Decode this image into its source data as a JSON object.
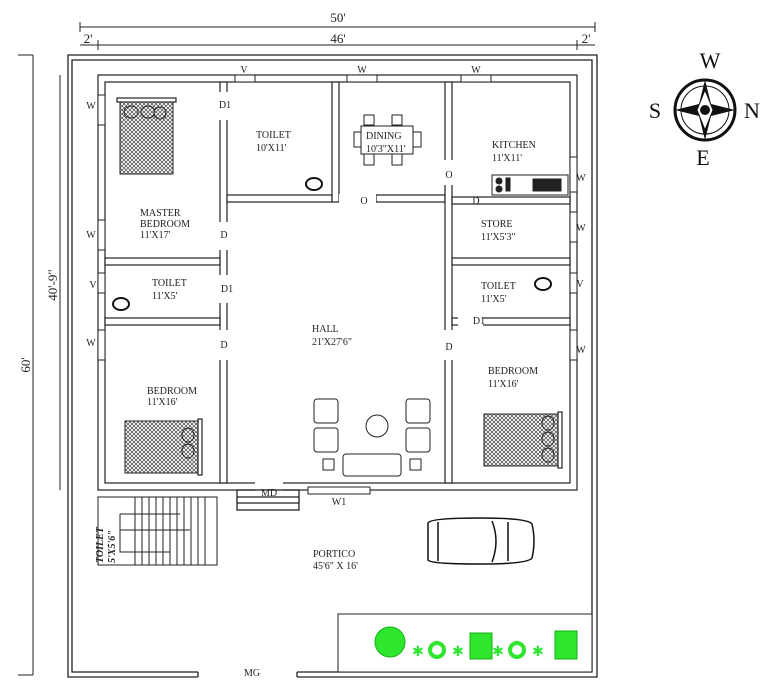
{
  "dimensions": {
    "overall_width": "50'",
    "inner_width": "46'",
    "left_setback": "2'",
    "right_setback": "2'",
    "overall_depth": "60'",
    "building_depth": "40'-9\""
  },
  "compass": {
    "top": "W",
    "left": "S",
    "right": "N",
    "bottom": "E"
  },
  "rooms": {
    "master_bedroom": {
      "name1": "MASTER",
      "name2": "BEDROOM",
      "size": "11'X17'"
    },
    "toilet_top": {
      "name": "TOILET",
      "size": "10'X11'"
    },
    "dining": {
      "name": "DINING",
      "size": "10'3\"X11'"
    },
    "kitchen": {
      "name": "KITCHEN",
      "size": "11'X11'"
    },
    "store": {
      "name": "STORE",
      "size": "11'X5'3\""
    },
    "toilet_left": {
      "name": "TOILET",
      "size": "11'X5'"
    },
    "toilet_right": {
      "name": "TOILET",
      "size": "11'X5'"
    },
    "hall": {
      "name": "HALL",
      "size": "21'X27'6\""
    },
    "bedroom_left": {
      "name": "BEDROOM",
      "size": "11'X16'"
    },
    "bedroom_right": {
      "name": "BEDROOM",
      "size": "11'X16'"
    },
    "portico": {
      "name": "PORTICO",
      "size": "45'6\" X 16'"
    },
    "stair_toilet": {
      "name": "TOILET",
      "size": "5'X5'6\""
    }
  },
  "openings": {
    "v": "V",
    "w": "W",
    "d": "D",
    "d1": "D1",
    "o": "O",
    "md": "MD",
    "w1": "W1",
    "mg": "MG"
  }
}
